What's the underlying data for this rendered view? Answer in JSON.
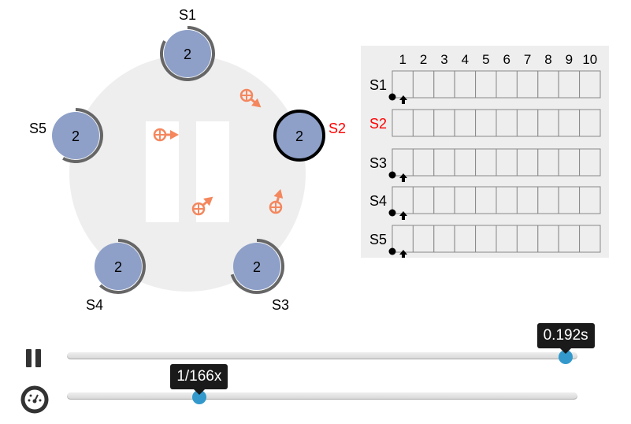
{
  "servers": [
    {
      "id": "S1",
      "term": "2",
      "state": "follower",
      "timeout_fraction": 0.83,
      "label_color": "#000000"
    },
    {
      "id": "S2",
      "term": "2",
      "state": "leader",
      "timeout_fraction": 0,
      "label_color": "#ff0000"
    },
    {
      "id": "S3",
      "term": "2",
      "state": "follower",
      "timeout_fraction": 0.7,
      "label_color": "#000000"
    },
    {
      "id": "S4",
      "term": "2",
      "state": "follower",
      "timeout_fraction": 0.62,
      "label_color": "#000000"
    },
    {
      "id": "S5",
      "term": "2",
      "state": "follower",
      "timeout_fraction": 0.58,
      "label_color": "#000000"
    }
  ],
  "log": {
    "columns": [
      "1",
      "2",
      "3",
      "4",
      "5",
      "6",
      "7",
      "8",
      "9",
      "10"
    ],
    "rows": [
      {
        "label": "S1",
        "color": "#000000",
        "markers": true
      },
      {
        "label": "S2",
        "color": "#ff0000",
        "markers": false
      },
      {
        "label": "S3",
        "color": "#000000",
        "markers": true
      },
      {
        "label": "S4",
        "color": "#000000",
        "markers": true
      },
      {
        "label": "S5",
        "color": "#000000",
        "markers": true
      }
    ]
  },
  "controls": {
    "time_label": "0.192s",
    "time_fraction": 0.977,
    "speed_label": "1/166x",
    "speed_fraction": 0.259
  },
  "colors": {
    "server_fill": "#8ea0c8",
    "message": "#f4875e",
    "ring": "#eeeeee",
    "timer": "#666666",
    "leader": "#ff0000",
    "thumb": "#3399cc"
  }
}
